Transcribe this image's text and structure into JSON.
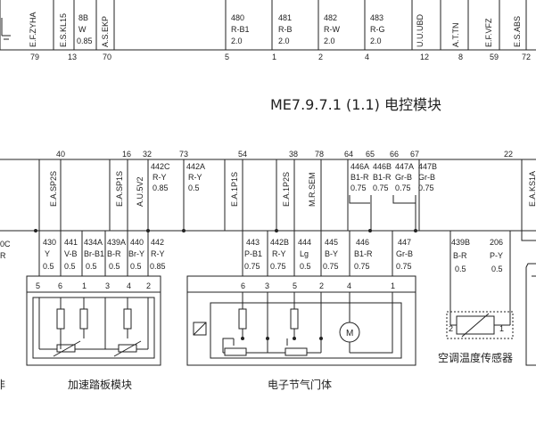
{
  "title": "ME7.9.7.1 (1.1) 电控模块",
  "top_strip": {
    "vlabels": [
      {
        "text": "E.F.ZYHA"
      },
      {
        "text": "E.S.KL15"
      },
      {
        "text": "A.S.EKP"
      },
      {
        "text": "U.U.UBD"
      },
      {
        "text": "A.T.TN"
      },
      {
        "text": "E.F.VFZ"
      },
      {
        "text": "E.S.ABS"
      }
    ],
    "wires": [
      {
        "l1": "8B",
        "l2": "W",
        "l3": "0.85"
      },
      {
        "l1": "480",
        "l2": "R-B1",
        "l3": "2.0"
      },
      {
        "l1": "481",
        "l2": "R-B",
        "l3": "2.0"
      },
      {
        "l1": "482",
        "l2": "R-W",
        "l3": "2.0"
      },
      {
        "l1": "483",
        "l2": "R-G",
        "l3": "2.0"
      }
    ],
    "pins": [
      "79",
      "13",
      "70",
      "5",
      "1",
      "2",
      "4",
      "12",
      "8",
      "59",
      "72"
    ]
  },
  "ecu_pins": [
    "40",
    "16",
    "32",
    "73",
    "54",
    "38",
    "78",
    "64",
    "65",
    "66",
    "67",
    "22"
  ],
  "ecu_vlabels": [
    "E.A.SP2S",
    "E.A.SP1S",
    "A.U.5V2",
    "E.A.1P1S",
    "E.A.1P2S",
    "M.R.SEM",
    "E.A.KS1A"
  ],
  "upper_wires": [
    {
      "l1": "442C",
      "l2": "R-Y",
      "l3": "0.85"
    },
    {
      "l1": "442A",
      "l2": "R-Y",
      "l3": "0.5"
    },
    {
      "l1": "446A",
      "l2": "B1-R",
      "l3": "0.75"
    },
    {
      "l1": "446B",
      "l2": "B1-R",
      "l3": "0.75"
    },
    {
      "l1": "447A",
      "l2": "Gr-B",
      "l3": "0.75"
    },
    {
      "l1": "447B",
      "l2": "Gr-B",
      "l3": "0.75"
    }
  ],
  "lower_wires": [
    {
      "l1": "430",
      "l2": "Y",
      "l3": "0.5"
    },
    {
      "l1": "441",
      "l2": "V-B",
      "l3": "0.5"
    },
    {
      "l1": "434A",
      "l2": "Br-B1",
      "l3": "0.5"
    },
    {
      "l1": "439A",
      "l2": "B-R",
      "l3": "0.5"
    },
    {
      "l1": "440",
      "l2": "Br-Y",
      "l3": "0.5"
    },
    {
      "l1": "442",
      "l2": "R-Y",
      "l3": "0.85"
    },
    {
      "l1": "443",
      "l2": "P-B1",
      "l3": "0.75"
    },
    {
      "l1": "442B",
      "l2": "R-Y",
      "l3": "0.75"
    },
    {
      "l1": "444",
      "l2": "Lg",
      "l3": "0.5"
    },
    {
      "l1": "445",
      "l2": "B-Y",
      "l3": "0.75"
    },
    {
      "l1": "446",
      "l2": "B1-R",
      "l3": "0.75"
    },
    {
      "l1": "447",
      "l2": "Gr-B",
      "l3": "0.75"
    },
    {
      "l1": "439B",
      "l2": "B-R",
      "l3": "0.5"
    },
    {
      "l1": "206",
      "l2": "P-Y",
      "l3": "0.5"
    }
  ],
  "left_partial": {
    "l1": "0C",
    "l2": "R"
  },
  "pedal_pins": [
    "5",
    "6",
    "1",
    "3",
    "4",
    "2"
  ],
  "throttle_pins": [
    "6",
    "3",
    "5",
    "2",
    "4",
    "1"
  ],
  "sensor_pins": [
    "2",
    "1"
  ],
  "motor_label": "M",
  "components": {
    "pedal": "加速踏板模块",
    "throttle": "电子节气门体",
    "sensor": "空调温度传感器"
  },
  "left_edge_partial": "非",
  "colors": {
    "line": "#222222",
    "bg": "#ffffff"
  }
}
